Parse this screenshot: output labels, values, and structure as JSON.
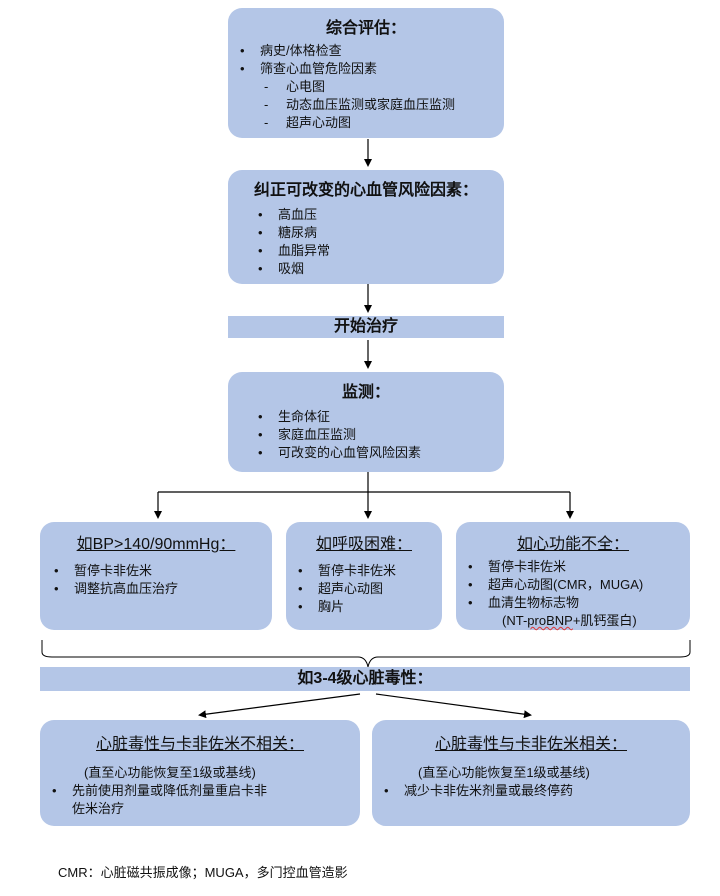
{
  "assessment": {
    "title": "综合评估：",
    "items": [
      "病史/体格检查",
      "筛查心血管危险因素"
    ],
    "subitems": [
      "心电图",
      "动态血压监测或家庭血压监测",
      "超声心动图"
    ]
  },
  "risk_factors": {
    "title": "纠正可改变的心血管风险因素：",
    "items": [
      "高血压",
      "糖尿病",
      "血脂异常",
      "吸烟"
    ]
  },
  "start_treatment": {
    "label": "开始治疗"
  },
  "monitoring": {
    "title": "监测：",
    "items": [
      "生命体征",
      "家庭血压监测",
      "可改变的心血管风险因素"
    ]
  },
  "hypertension": {
    "title": "如BP>140/90mmHg：",
    "items": [
      "暂停卡非佐米",
      "调整抗高血压治疗"
    ]
  },
  "dyspnea": {
    "title": "如呼吸困难：",
    "items": [
      "暂停卡非佐米",
      "超声心动图",
      "胸片"
    ]
  },
  "heart_failure": {
    "title": "如心功能不全：",
    "items": [
      "暂停卡非佐米",
      "超声心动图(CMR，MUGA)",
      "血清生物标志物"
    ],
    "extra_prefix": "(NT-",
    "extra_squiggle": "proBNP",
    "extra_suffix": "+肌钙蛋白)"
  },
  "grade_toxicity": {
    "label": "如3-4级心脏毒性："
  },
  "unrelated": {
    "title": "心脏毒性与卡非佐米不相关：",
    "note": "(直至心功能恢复至1级或基线)",
    "item_line1": "先前使用剂量或降低剂量重启卡非",
    "item_line2": "佐米治疗"
  },
  "related": {
    "title": "心脏毒性与卡非佐米相关：",
    "note": "(直至心功能恢复至1级或基线)",
    "item": "减少卡非佐米剂量或最终停药"
  },
  "footnote": "CMR：心脏磁共振成像；MUGA，多门控血管造影",
  "colors": {
    "box_fill": "#b4c6e7",
    "line": "#000000"
  }
}
